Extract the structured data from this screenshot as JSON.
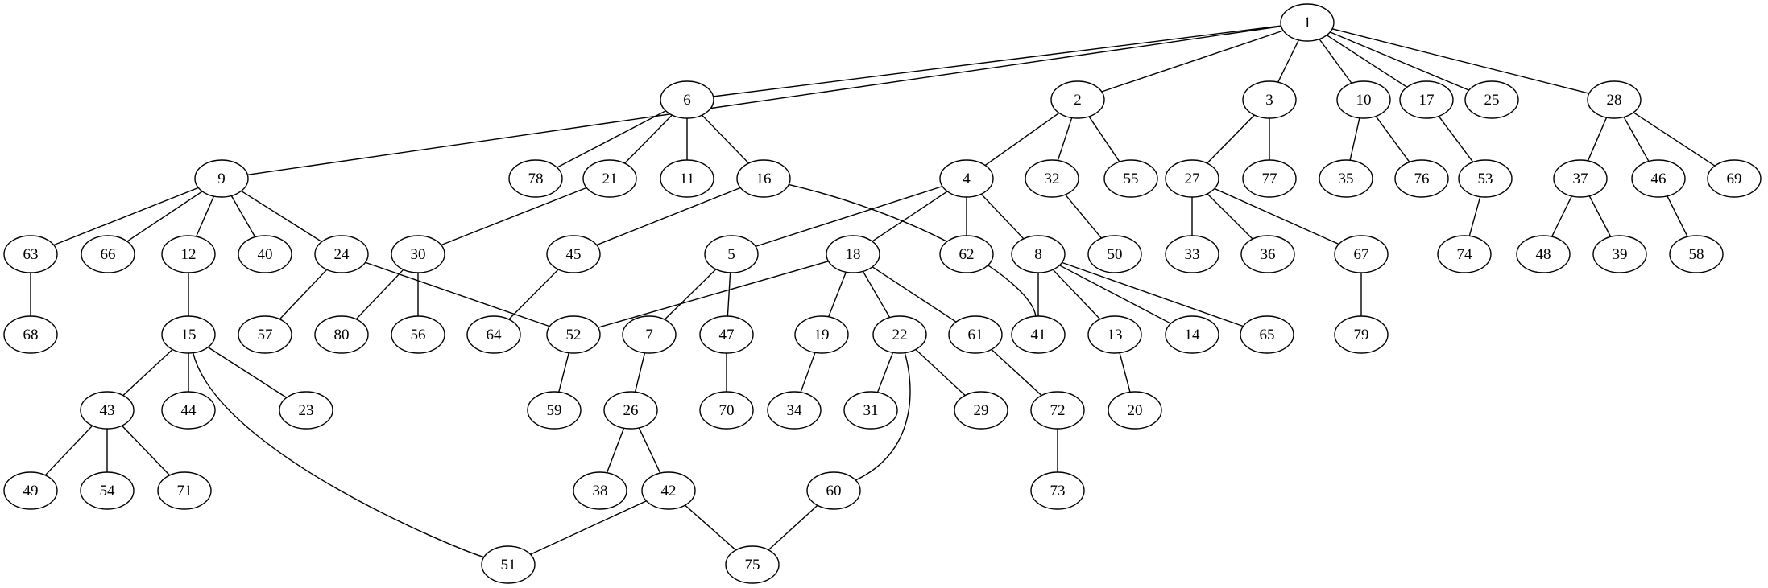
{
  "graph": {
    "nodes": [
      "1",
      "6",
      "2",
      "3",
      "10",
      "17",
      "25",
      "28",
      "9",
      "78",
      "21",
      "11",
      "16",
      "4",
      "32",
      "55",
      "27",
      "77",
      "35",
      "76",
      "53",
      "37",
      "46",
      "69",
      "63",
      "66",
      "12",
      "40",
      "24",
      "30",
      "45",
      "5",
      "18",
      "62",
      "8",
      "50",
      "33",
      "36",
      "67",
      "74",
      "48",
      "39",
      "58",
      "68",
      "15",
      "57",
      "80",
      "56",
      "64",
      "52",
      "7",
      "47",
      "19",
      "22",
      "61",
      "41",
      "13",
      "14",
      "65",
      "79",
      "43",
      "44",
      "23",
      "59",
      "26",
      "70",
      "34",
      "31",
      "29",
      "72",
      "20",
      "49",
      "54",
      "71",
      "38",
      "42",
      "60",
      "73",
      "51",
      "75"
    ],
    "edges": [
      [
        "1",
        "9"
      ],
      [
        "1",
        "6"
      ],
      [
        "1",
        "2"
      ],
      [
        "1",
        "3"
      ],
      [
        "1",
        "10"
      ],
      [
        "1",
        "17"
      ],
      [
        "1",
        "25"
      ],
      [
        "1",
        "28"
      ],
      [
        "6",
        "78"
      ],
      [
        "6",
        "21"
      ],
      [
        "6",
        "11"
      ],
      [
        "6",
        "16"
      ],
      [
        "2",
        "4"
      ],
      [
        "2",
        "32"
      ],
      [
        "2",
        "55"
      ],
      [
        "3",
        "27"
      ],
      [
        "3",
        "77"
      ],
      [
        "10",
        "35"
      ],
      [
        "10",
        "76"
      ],
      [
        "17",
        "53"
      ],
      [
        "28",
        "37"
      ],
      [
        "28",
        "46"
      ],
      [
        "28",
        "69"
      ],
      [
        "9",
        "63"
      ],
      [
        "9",
        "66"
      ],
      [
        "9",
        "12"
      ],
      [
        "9",
        "40"
      ],
      [
        "9",
        "24"
      ],
      [
        "21",
        "30"
      ],
      [
        "16",
        "45"
      ],
      [
        "16",
        "41"
      ],
      [
        "4",
        "5"
      ],
      [
        "4",
        "18"
      ],
      [
        "4",
        "62"
      ],
      [
        "4",
        "8"
      ],
      [
        "32",
        "50"
      ],
      [
        "27",
        "33"
      ],
      [
        "27",
        "36"
      ],
      [
        "27",
        "67"
      ],
      [
        "53",
        "74"
      ],
      [
        "37",
        "48"
      ],
      [
        "37",
        "39"
      ],
      [
        "46",
        "58"
      ],
      [
        "63",
        "68"
      ],
      [
        "12",
        "15"
      ],
      [
        "24",
        "57"
      ],
      [
        "24",
        "52"
      ],
      [
        "30",
        "80"
      ],
      [
        "30",
        "56"
      ],
      [
        "45",
        "64"
      ],
      [
        "5",
        "7"
      ],
      [
        "5",
        "47"
      ],
      [
        "18",
        "52"
      ],
      [
        "18",
        "19"
      ],
      [
        "18",
        "22"
      ],
      [
        "18",
        "61"
      ],
      [
        "8",
        "41"
      ],
      [
        "8",
        "13"
      ],
      [
        "8",
        "14"
      ],
      [
        "8",
        "65"
      ],
      [
        "67",
        "79"
      ],
      [
        "15",
        "43"
      ],
      [
        "15",
        "44"
      ],
      [
        "15",
        "23"
      ],
      [
        "15",
        "51"
      ],
      [
        "52",
        "59"
      ],
      [
        "7",
        "26"
      ],
      [
        "47",
        "70"
      ],
      [
        "19",
        "34"
      ],
      [
        "22",
        "31"
      ],
      [
        "22",
        "29"
      ],
      [
        "22",
        "60"
      ],
      [
        "61",
        "72"
      ],
      [
        "13",
        "20"
      ],
      [
        "43",
        "49"
      ],
      [
        "43",
        "54"
      ],
      [
        "43",
        "71"
      ],
      [
        "26",
        "38"
      ],
      [
        "26",
        "42"
      ],
      [
        "60",
        "75"
      ],
      [
        "72",
        "73"
      ],
      [
        "42",
        "51"
      ],
      [
        "42",
        "75"
      ]
    ]
  }
}
